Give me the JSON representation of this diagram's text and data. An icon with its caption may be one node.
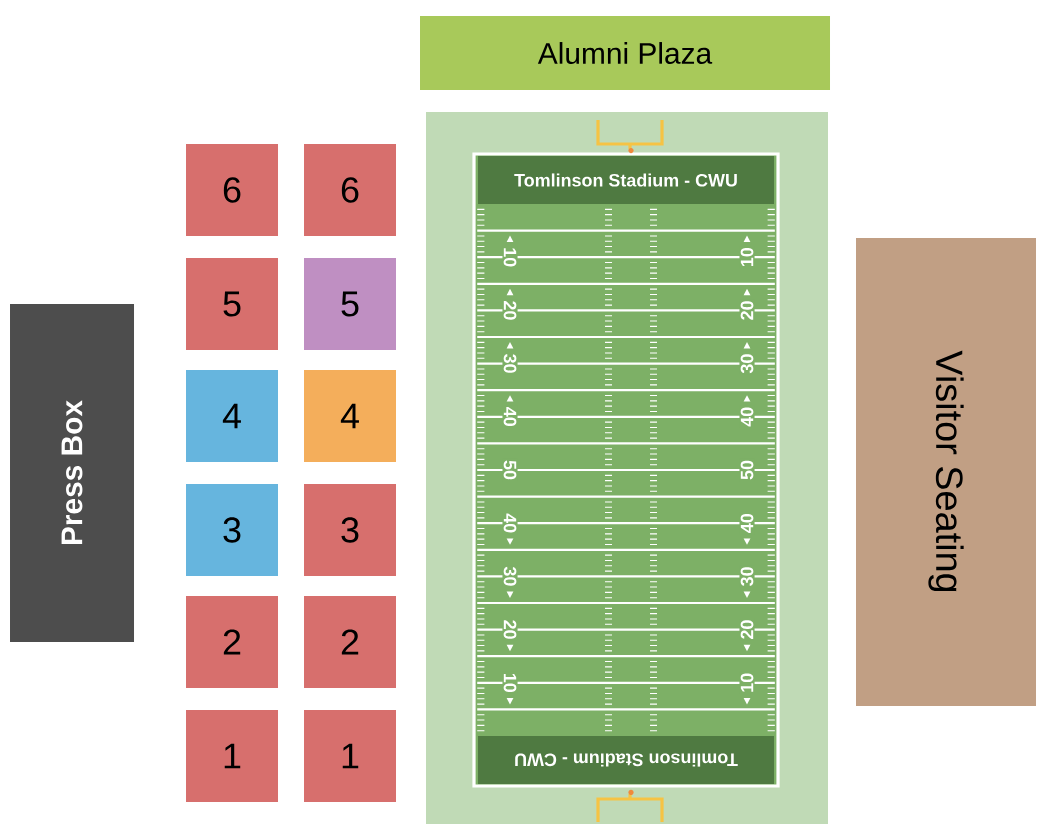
{
  "diagram": {
    "nodes": [
      {
        "text": [
          "Alumni Plaza"
        ]
      },
      {
        "text": [],
        "shape": "box"
      },
      {
        "text": [],
        "shape": "box",
        "in": 1
      },
      {
        "text": [
          "Tomlinson Stadium - CWU"
        ],
        "in": 2
      },
      {
        "text": [
          "Tomlinson Stadium - CWU"
        ],
        "in": 2
      },
      {
        "text": [
          "6"
        ]
      },
      {
        "text": [
          "6"
        ]
      },
      {
        "text": [
          "5"
        ]
      },
      {
        "text": [
          "5"
        ]
      },
      {
        "text": [
          "4"
        ]
      },
      {
        "text": [
          "4"
        ]
      },
      {
        "text": [
          "3"
        ]
      },
      {
        "text": [
          "3"
        ]
      },
      {
        "text": [
          "2"
        ]
      },
      {
        "text": [
          "2"
        ]
      },
      {
        "text": [
          "1"
        ]
      },
      {
        "text": [
          "1"
        ]
      },
      {
        "text": [
          "Press Box"
        ]
      },
      {
        "text": [
          "Visitor Seating"
        ]
      }
    ],
    "labels": [
      "10",
      "10",
      "20",
      "20",
      "30",
      "30",
      "40",
      "40",
      "50",
      "50",
      "40",
      "40",
      "30",
      "30",
      "20",
      "20",
      "10",
      "10"
    ]
  }
}
